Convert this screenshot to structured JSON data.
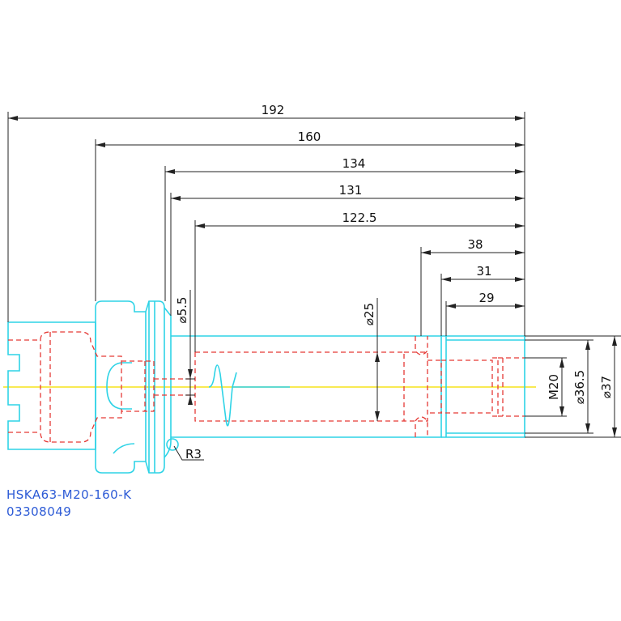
{
  "dimensions": {
    "overall_length": "192",
    "flange_to_tip": "160",
    "l134": "134",
    "l131": "131",
    "l122_5": "122.5",
    "l38": "38",
    "l31": "31",
    "l29": "29",
    "dia_5_5": "⌀5.5",
    "dia_25": "⌀25",
    "thread": "M20",
    "dia_36_5": "⌀36.5",
    "dia_37": "⌀37",
    "radius": "R3"
  },
  "title": {
    "part_number": "HSKA63-M20-160-K",
    "article_number": "03308049"
  },
  "colors": {
    "body": "#2ed3e6",
    "hidden": "#e53935",
    "centerline": "#f5e41c",
    "dimension": "#222222",
    "title": "#2d5bd6"
  }
}
